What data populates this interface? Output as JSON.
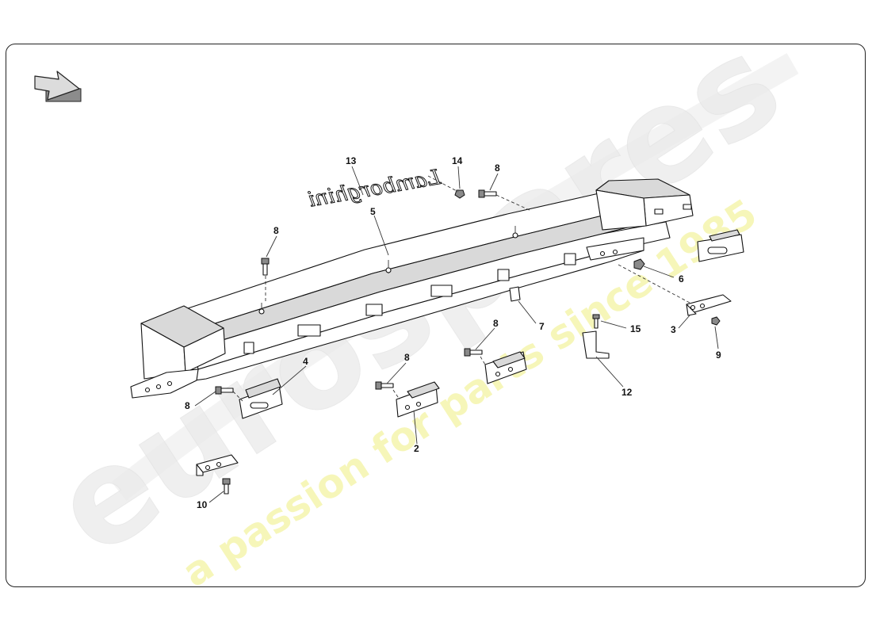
{
  "watermark": {
    "brand": "eurospares",
    "tagline": "a passion for parts since 1985",
    "brand_color": "#e9e9e9",
    "tagline_color": "#f4f4a8"
  },
  "emblem_text": "Lamborghini",
  "callouts": [
    "13",
    "14",
    "8",
    "5",
    "8",
    "6",
    "3",
    "9",
    "15",
    "7",
    "12",
    "8",
    "8",
    "4",
    "8",
    "2",
    "10"
  ],
  "orientation_arrow": "direction-arrow-icon"
}
